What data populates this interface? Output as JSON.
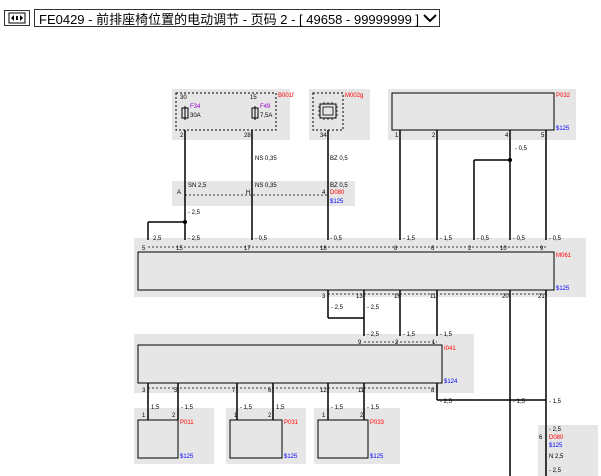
{
  "header": {
    "title": "FE0429 - 前排座椅位置的电动调节 - 页码 2 - [ 49658 - 99999999 ]",
    "nav_icon": "diagram-nav-icon",
    "dropdown_icon": "chevron-down-icon"
  },
  "colors": {
    "box_fill": "#e6e6e6",
    "component_name": "#ff0000",
    "location_code": "#0000ff",
    "fuse_name": "#9900cc",
    "wire": "#000000"
  },
  "components": {
    "b001f": {
      "name": "B001f",
      "pins": [
        "30",
        "15"
      ],
      "fuses": [
        {
          "name": "F34",
          "rating": "30A"
        },
        {
          "name": "F49",
          "rating": "7,5A"
        }
      ]
    },
    "m002g": {
      "name": "M002g",
      "pin": "34"
    },
    "p032": {
      "name": "P032",
      "loc": "$125",
      "pins": [
        "1",
        "2",
        "4",
        "5"
      ]
    },
    "d080a": {
      "name": "D080",
      "loc": "$125",
      "pins": [
        "A",
        "H",
        "4"
      ]
    },
    "m061": {
      "name": "M061",
      "loc": "$125",
      "top_pins": [
        "5",
        "15",
        "17",
        "18",
        "8",
        "6",
        "2",
        "10",
        "9"
      ],
      "bottom_pins": [
        "3",
        "13",
        "16",
        "11",
        "20",
        "21"
      ]
    },
    "i041": {
      "name": "I041",
      "loc": "$124",
      "top_pins": [
        "9",
        "2",
        "1"
      ],
      "bottom_pins": [
        "3",
        "5",
        "7",
        "6",
        "12",
        "11",
        "8"
      ]
    },
    "p011": {
      "name": "P011",
      "loc": "$125",
      "pins": [
        "1",
        "2"
      ]
    },
    "p031": {
      "name": "P031",
      "loc": "$125",
      "pins": [
        "1",
        "2"
      ]
    },
    "p033": {
      "name": "P033",
      "loc": "$125",
      "pins": [
        "1",
        "2"
      ]
    },
    "d080b": {
      "name": "D080",
      "loc": "$125",
      "pin": "6"
    }
  },
  "pins_upper": [
    "2",
    "28",
    "34"
  ],
  "wire_labels": {
    "ns035a": "NS 0,35",
    "bz05a": "BZ 0,5",
    "sn25": "SN 2,5",
    "ns035b": "NS 0,35",
    "bz05b": "BZ 0,5",
    "w25a": "2,5",
    "w25b": "2,5",
    "w25c": "2,5",
    "w05a": "0,5",
    "w05b": "0,5",
    "w15a": "1,5",
    "w05c": "0,5",
    "w15b": "1,5",
    "w05d": "0,5",
    "w05e": "0,5",
    "w05f": "0,5",
    "w25d": "2,5",
    "w25e": "2,5",
    "w25f": "2,5",
    "w15c": "1,5",
    "w15d": "1,5",
    "w15e": "1,5",
    "w15f": "1,5",
    "w15g": "1,5",
    "w15h": "1,5",
    "w15i": "1,5",
    "w15j": "1,5",
    "w25g": "2,5",
    "w15k": "1,5",
    "w15l": "1,5",
    "w25h": "2,5",
    "n25": "N 2,5",
    "w25i": "2,5"
  }
}
